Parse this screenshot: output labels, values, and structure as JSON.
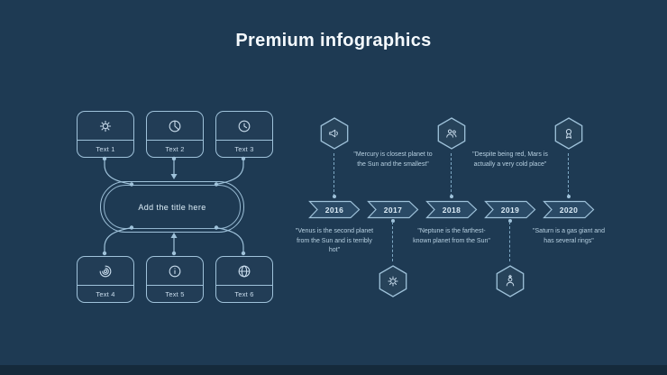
{
  "slide": {
    "title": "Premium infographics"
  },
  "colors": {
    "background": "#1e3a53",
    "accent_stroke": "#9fc2da",
    "text": "#cadded",
    "title": "#f4f9fd"
  },
  "left_diagram": {
    "center_label": "Add the title here",
    "boxes": [
      {
        "label": "Text 1",
        "icon": "gear-icon"
      },
      {
        "label": "Text 2",
        "icon": "pie-chart-icon"
      },
      {
        "label": "Text 3",
        "icon": "clock-icon"
      },
      {
        "label": "Text 4",
        "icon": "fingerprint-icon"
      },
      {
        "label": "Text 5",
        "icon": "info-icon"
      },
      {
        "label": "Text 6",
        "icon": "globe-icon"
      }
    ]
  },
  "timeline": {
    "items": [
      {
        "year": "2016",
        "icon": "megaphone-icon",
        "icon_position": "above",
        "note": "\"Venus is the second planet from the Sun and is terribly hot\"",
        "note_position": "below"
      },
      {
        "year": "2017",
        "icon": "gear-icon",
        "icon_position": "below",
        "note": "\"Mercury is closest planet to the Sun and the smallest\"",
        "note_position": "above"
      },
      {
        "year": "2018",
        "icon": "team-icon",
        "icon_position": "above",
        "note": "\"Neptune is the farthest-known planet from the Sun\"",
        "note_position": "below"
      },
      {
        "year": "2019",
        "icon": "user-star-icon",
        "icon_position": "below",
        "note": "\"Despite being red, Mars is actually a very cold place\"",
        "note_position": "above"
      },
      {
        "year": "2020",
        "icon": "award-icon",
        "icon_position": "above",
        "note": "\"Saturn is a gas giant and has several rings\"",
        "note_position": "below"
      }
    ]
  }
}
